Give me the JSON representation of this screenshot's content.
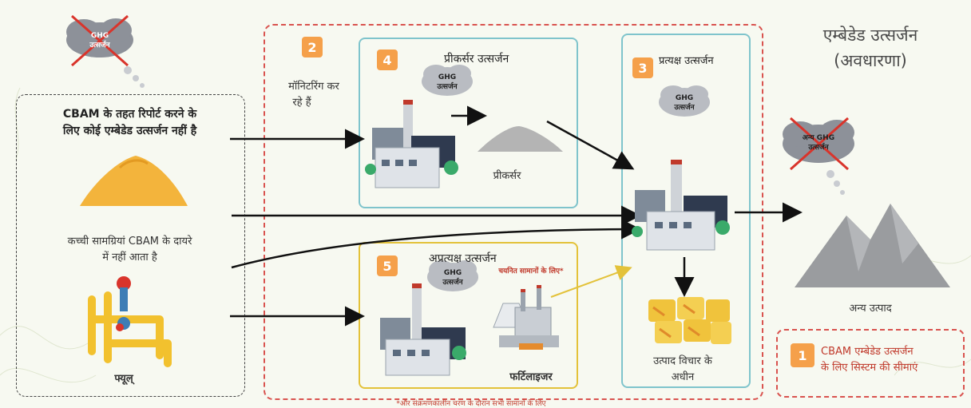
{
  "title": {
    "line1": "एम्बेडेड उत्सर्जन",
    "line2": "(अवधारणा)"
  },
  "left_panel": {
    "heading_line1": "CBAM के तहत रिपोर्ट करने के",
    "heading_line2": "लिए कोई एम्बेडेड उत्सर्जन नहीं है",
    "raw_materials_line1": "कच्ची सामग्रियां CBAM के दायरे",
    "raw_materials_line2": "में नहीं आता है",
    "fuel_label": "फ्यूल्"
  },
  "top_cloud": {
    "line1": "GHG",
    "line2": "उत्सर्जन"
  },
  "monitoring": {
    "badge": "2",
    "line1": "मॉनिटरिंग कर",
    "line2": "रहे हैं"
  },
  "precursor_box": {
    "badge": "4",
    "title": "प्रीकर्सर उत्सर्जन",
    "cloud_line1": "GHG",
    "cloud_line2": "उत्सर्जन",
    "pile_label": "प्रीकर्सर"
  },
  "direct_box": {
    "badge": "3",
    "title": "प्रत्यक्ष उत्सर्जन",
    "cloud_line1": "GHG",
    "cloud_line2": "उत्सर्जन",
    "goods_line1": "उत्पाद विचार के",
    "goods_line2": "अधीन"
  },
  "indirect_box": {
    "badge": "5",
    "title": "अप्रत्यक्ष उत्सर्जन",
    "cloud_line1": "GHG",
    "cloud_line2": "उत्सर्जन",
    "note": "चयनित सामानों के लिए*",
    "fertilizer_label": "फर्टिलाइजर"
  },
  "other_emissions_cloud": {
    "line1": "अन्य GHG",
    "line2": "उत्सर्जन"
  },
  "other_product_label": "अन्य उत्पाद",
  "legend": {
    "badge": "1",
    "line1": "CBAM एम्बेडेड उत्सर्जन",
    "line2": "के लिए सिस्टम की सीमाएं"
  },
  "footnote": "*और संक्रमणकालीन चरण के दौरान सभी सामानों के लिए",
  "colors": {
    "accent_orange": "#f5a04a",
    "boundary_red": "#d9534f",
    "precursor_border": "#7fc4cc",
    "direct_border": "#7fc4cc",
    "indirect_border": "#e3c23a"
  }
}
